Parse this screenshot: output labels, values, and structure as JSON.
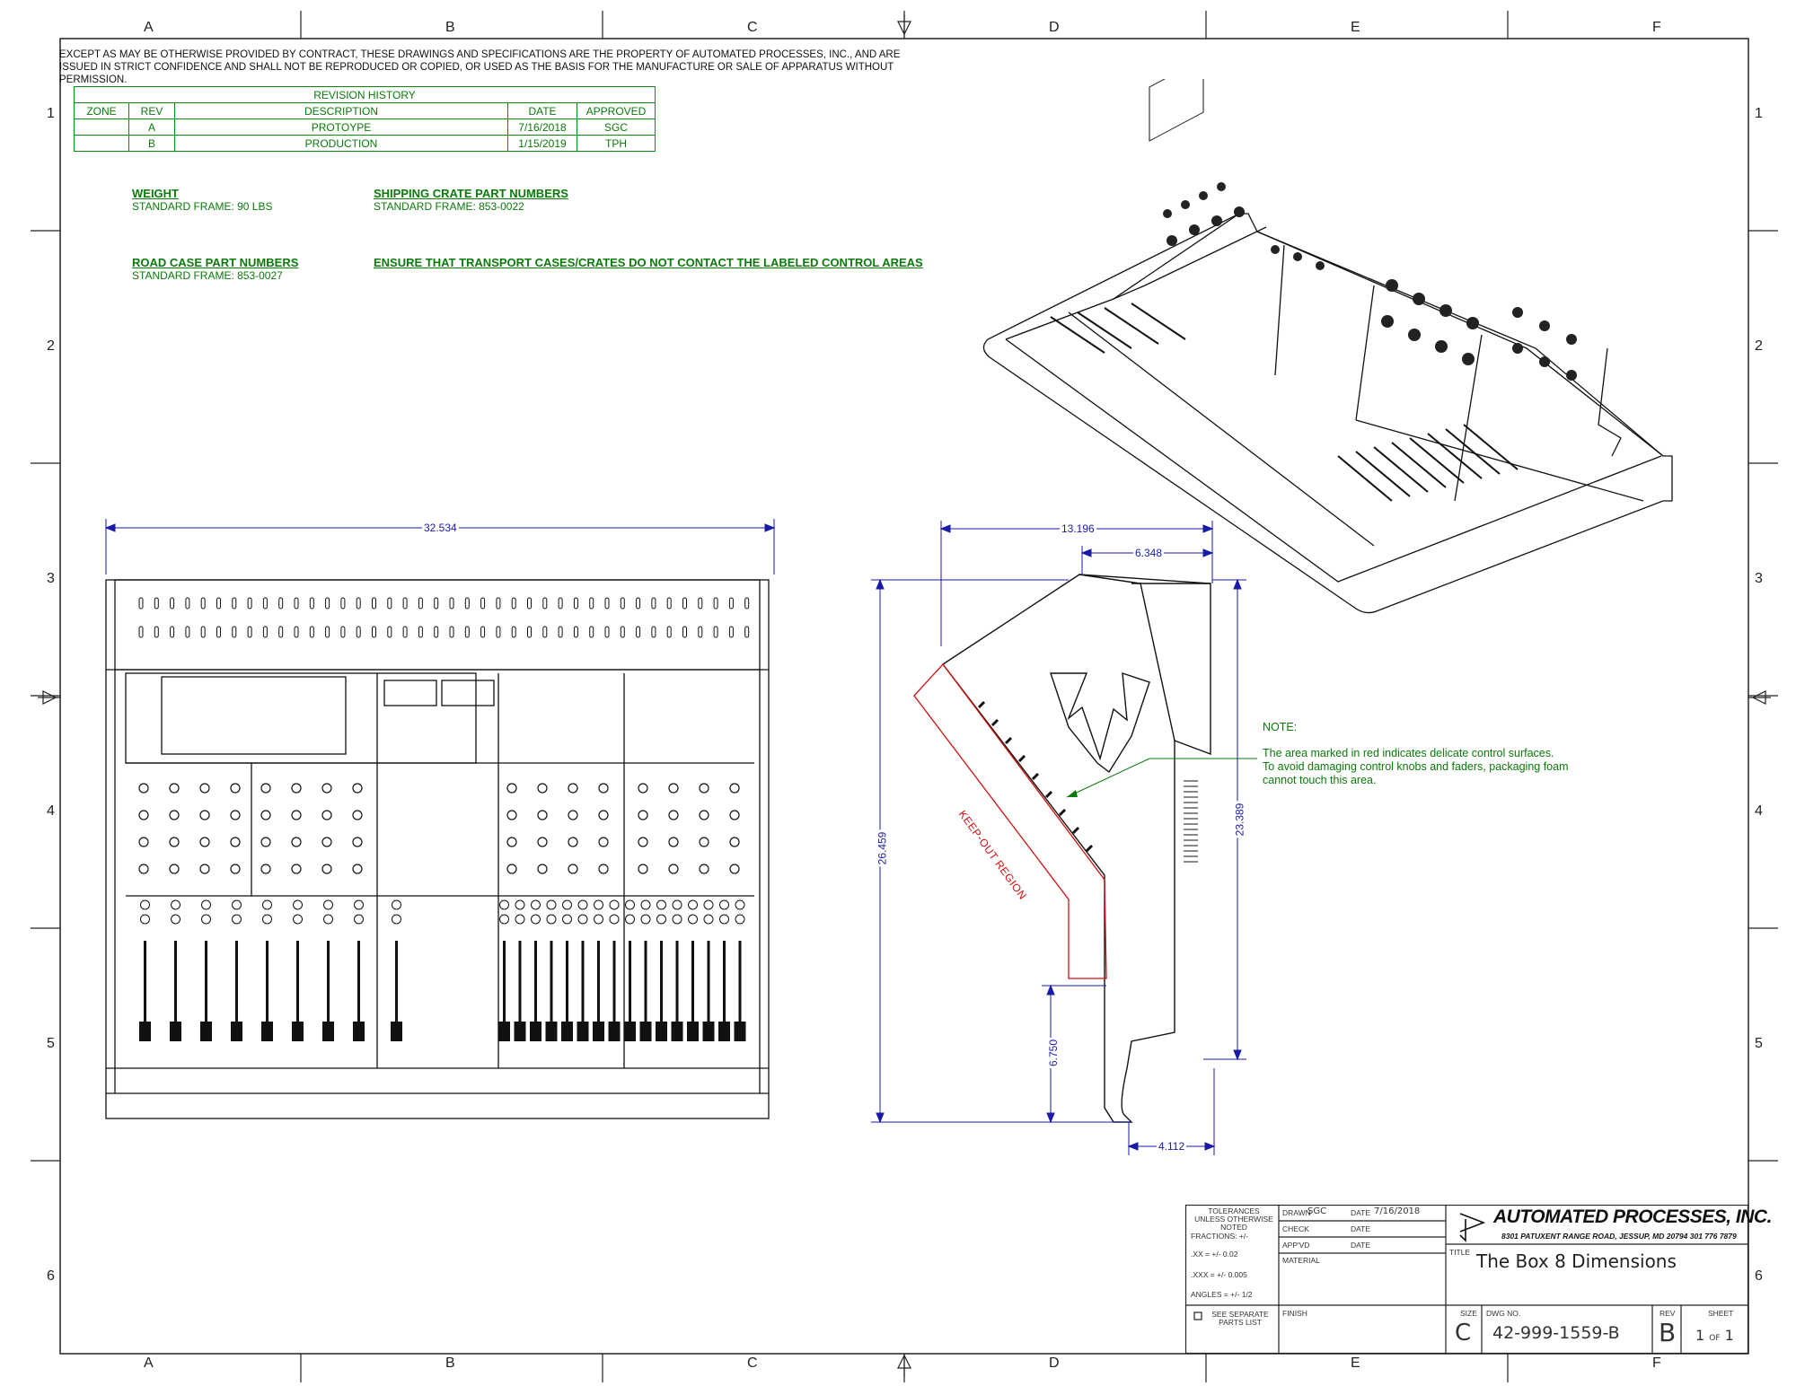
{
  "zones": {
    "columns": [
      "A",
      "B",
      "C",
      "D",
      "E",
      "F"
    ],
    "rows": [
      "1",
      "2",
      "3",
      "4",
      "5",
      "6"
    ]
  },
  "legal_notice": "EXCEPT AS MAY BE OTHERWISE PROVIDED BY CONTRACT, THESE DRAWINGS AND SPECIFICATIONS ARE THE PROPERTY OF AUTOMATED PROCESSES, INC., AND ARE ISSUED IN STRICT CONFIDENCE AND SHALL NOT BE REPRODUCED OR COPIED, OR USED AS THE BASIS FOR THE MANUFACTURE OR SALE OF APPARATUS WITHOUT PERMISSION.",
  "revision_history": {
    "title": "REVISION HISTORY",
    "headers": [
      "ZONE",
      "REV",
      "DESCRIPTION",
      "DATE",
      "APPROVED"
    ],
    "rows": [
      {
        "zone": "",
        "rev": "A",
        "description": "PROTOYPE",
        "date": "7/16/2018",
        "approved": "SGC"
      },
      {
        "zone": "",
        "rev": "B",
        "description": "PRODUCTION",
        "date": "1/15/2019",
        "approved": "TPH"
      }
    ]
  },
  "specs": {
    "weight_heading": "WEIGHT",
    "weight_value": "STANDARD FRAME: 90 LBS",
    "crate_heading": "SHIPPING CRATE PART NUMBERS",
    "crate_value": "STANDARD FRAME: 853-0022",
    "road_heading": "ROAD CASE PART NUMBERS",
    "road_value": "STANDARD FRAME: 853-0027",
    "warning": "ENSURE THAT TRANSPORT CASES/CRATES DO NOT CONTACT THE LABELED CONTROL AREAS"
  },
  "dimensions": {
    "front_width": "32.534",
    "side_depth": "13.196",
    "side_top": "6.348",
    "side_height_total": "26.459",
    "side_height_rear": "23.389",
    "side_height_front": "6.750",
    "side_bottom": "4.112"
  },
  "keepout_label": "KEEP-OUT REGION",
  "note": {
    "heading": "NOTE:",
    "line1": "The area marked in red indicates delicate control surfaces.",
    "line2": "To avoid damaging control knobs and faders, packaging foam",
    "line3": "cannot touch this area."
  },
  "title_block": {
    "tolerances_title": "TOLERANCES UNLESS OTHERWISE NOTED",
    "fractions": "FRACTIONS: +/-",
    "xx": ".XX = +/- 0.02",
    "xxx": ".XXX = +/- 0.005",
    "angles": "ANGLES = +/- 1/2",
    "see_parts": "SEE SEPARATE PARTS LIST",
    "drawn_label": "DRAWN",
    "drawn_value": "SGC",
    "date_label": "DATE",
    "drawn_date": "7/16/2018",
    "check_label": "CHECK",
    "appvd_label": "APP'VD",
    "material_label": "MATERIAL",
    "finish_label": "FINISH",
    "company": "AUTOMATED PROCESSES, INC.",
    "address": "8301 PATUXENT RANGE ROAD, JESSUP, MD 20794 301 776 7879",
    "title_label": "TITLE",
    "title": "The Box 8 Dimensions",
    "size_label": "SIZE",
    "size": "C",
    "dwg_label": "DWG NO.",
    "dwg_no": "42-999-1559-B",
    "rev_label": "REV",
    "rev": "B",
    "sheet_label": "SHEET",
    "sheet": "1",
    "sheet_of": "OF",
    "sheet_total": "1"
  }
}
